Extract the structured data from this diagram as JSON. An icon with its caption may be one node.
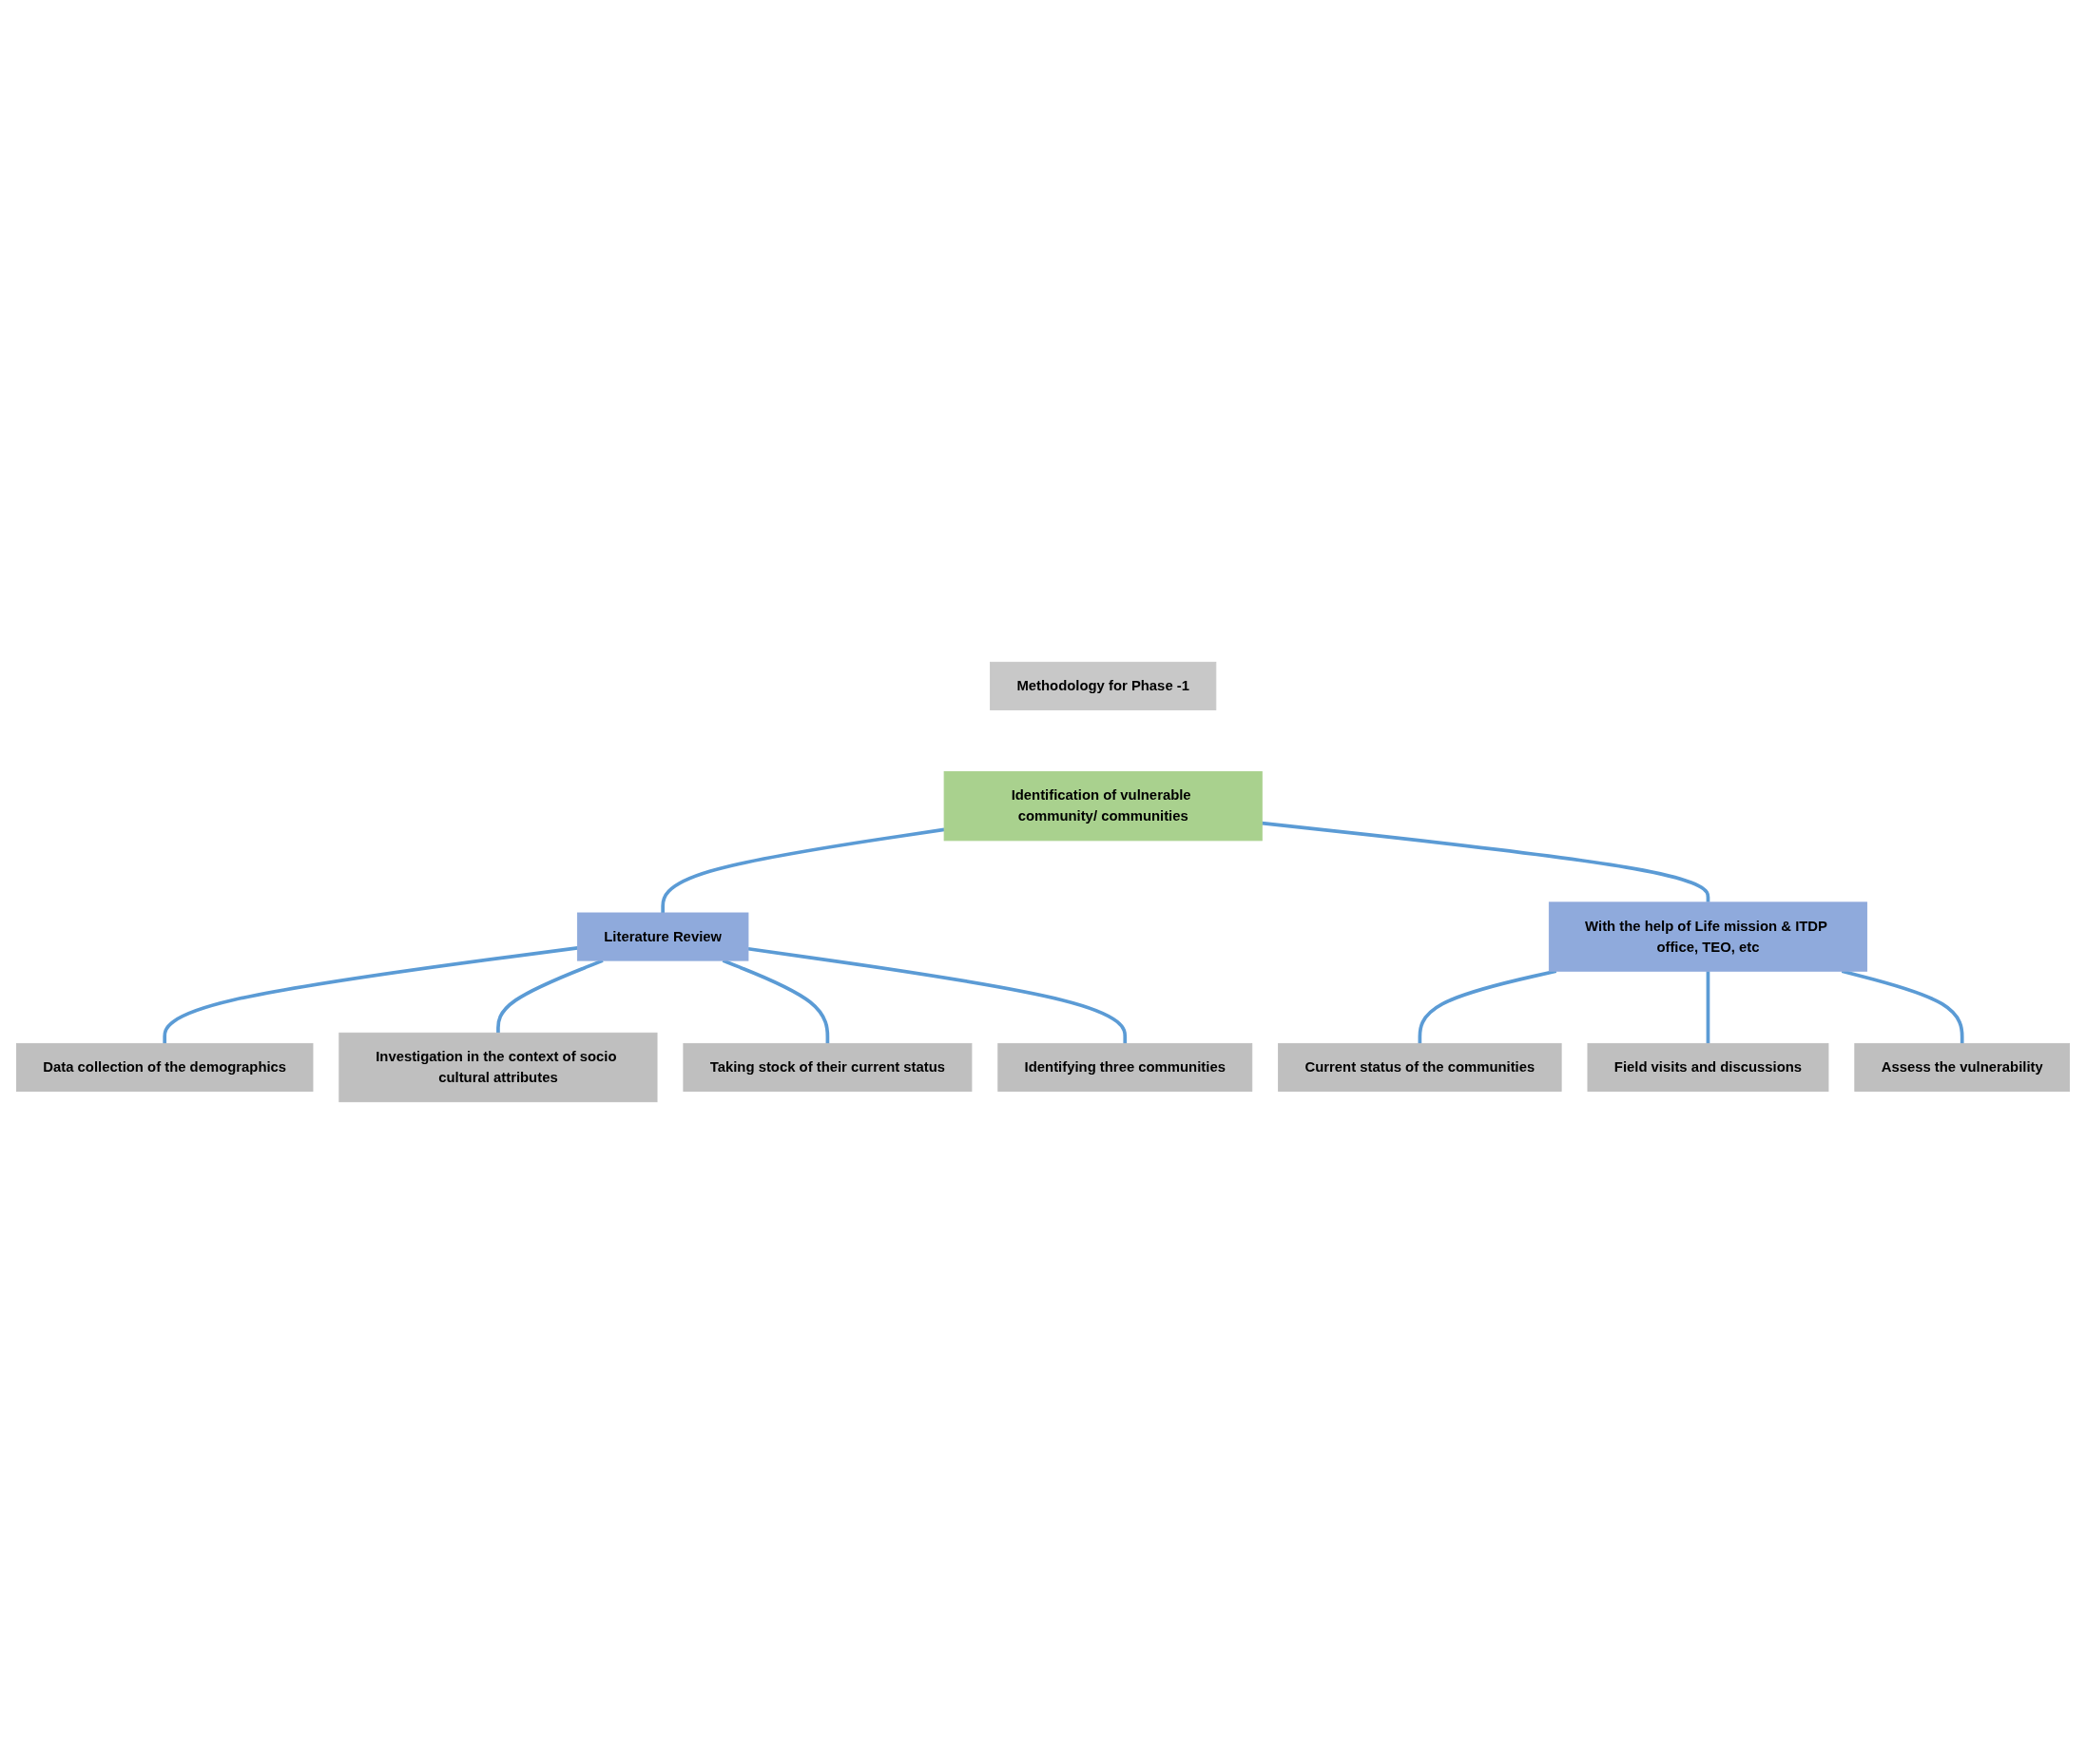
{
  "diagram": {
    "nodes": [
      {
        "text": [
          "Methodology for Phase -1"
        ]
      },
      {
        "text": [
          "Identification of vulnerable community/ communities"
        ]
      },
      {
        "text": [
          "Literature Review"
        ]
      },
      {
        "text": [
          "With the help of Life mission & ITDP office, TEO, etc"
        ]
      },
      {
        "text": [
          "Data collection of the demographics"
        ]
      },
      {
        "text": [
          "Investigation in the context of socio cultural attributes"
        ]
      },
      {
        "text": [
          "Taking stock of their current status"
        ]
      },
      {
        "text": [
          "Identifying three communities"
        ]
      },
      {
        "text": [
          "Current status of the communities"
        ]
      },
      {
        "text": [
          "Field visits and discussions"
        ]
      },
      {
        "text": [
          "Assess the vulnerability"
        ]
      }
    ],
    "edges": [
      {
        "from": 1,
        "to": 2,
        "arrow": "none"
      },
      {
        "from": 1,
        "to": 3,
        "arrow": "none"
      },
      {
        "from": 2,
        "to": 4,
        "arrow": "none"
      },
      {
        "from": 2,
        "to": 5,
        "arrow": "none"
      },
      {
        "from": 2,
        "to": 6,
        "arrow": "none"
      },
      {
        "from": 2,
        "to": 7,
        "arrow": "none"
      },
      {
        "from": 3,
        "to": 8,
        "arrow": "none"
      },
      {
        "from": 3,
        "to": 9,
        "arrow": "none"
      },
      {
        "from": 3,
        "to": 10,
        "arrow": "none"
      }
    ]
  }
}
